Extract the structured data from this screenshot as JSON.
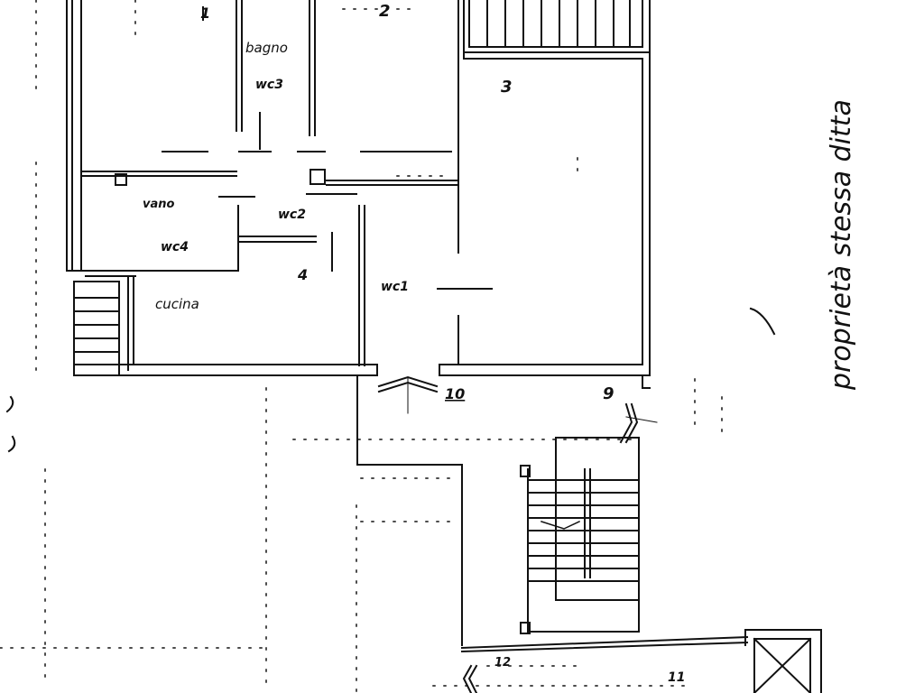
{
  "labels": {
    "bagno": "bagno",
    "wc3": "wc3",
    "vano": "vano",
    "wc2": "wc2",
    "wc4": "wc4",
    "cucina": "cucina",
    "wc1": "wc1",
    "num1": "1",
    "num2": "2",
    "num3": "3",
    "num4": "4",
    "num9": "9",
    "num10": "10",
    "num11": "11",
    "num12": "12",
    "side_note": "proprietà stessa ditta"
  },
  "colors": {
    "ink": "#111111",
    "paper": "#ffffff"
  }
}
